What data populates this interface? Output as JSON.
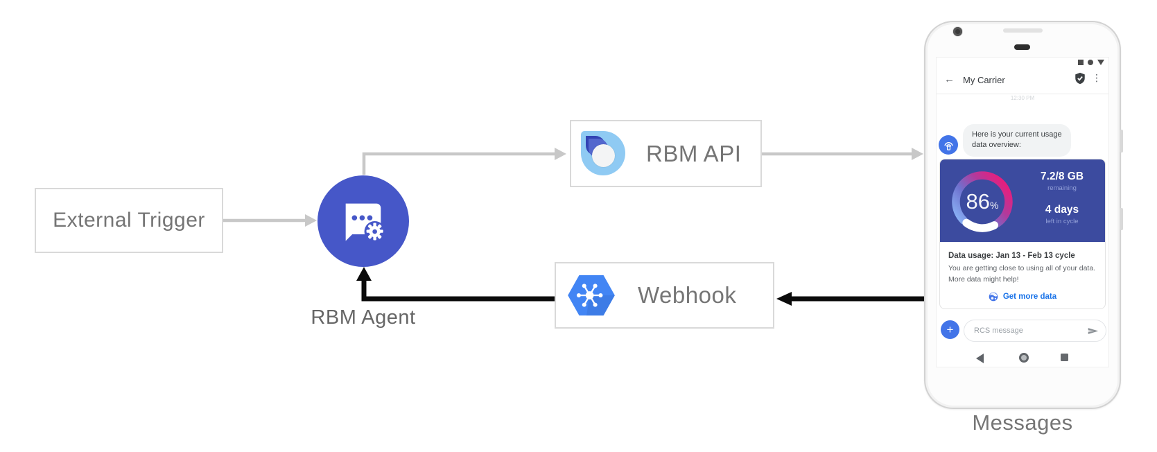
{
  "colors": {
    "agent_blue": "#4657c8",
    "card_blue": "#3c4b9f",
    "hexagon_blue": "#4285f4",
    "avatar_blue": "#4274e8",
    "link_blue": "#1a73e8",
    "arrow_gray": "#c8c8c8",
    "arrow_black": "#0b0b0b",
    "label_gray": "#757575",
    "gauge_gradient": [
      "#8ab2f5",
      "#6e72cf",
      "#b23a9c",
      "#ef1a78"
    ]
  },
  "nodes": {
    "external_trigger": {
      "label": "External Trigger"
    },
    "rbm_agent": {
      "label": "RBM Agent"
    },
    "rbm_api": {
      "label": "RBM API"
    },
    "webhook": {
      "label": "Webhook"
    }
  },
  "phone": {
    "caption": "Messages",
    "header": {
      "back": "←",
      "title": "My Carrier",
      "menu": "⋮"
    },
    "timestamp": "12:30 PM",
    "bot_message_line1": "Here is your current usage",
    "bot_message_line2": "data overview:",
    "usage_card": {
      "gauge_percent": "86",
      "gauge_unit": "%",
      "remaining_value": "7.2/8 GB",
      "remaining_label": "remaining",
      "cycle_value": "4 days",
      "cycle_label": "left in cycle",
      "title": "Data usage: Jan 13 - Feb 13 cycle",
      "body_line1": "You are getting close to using all of your data.",
      "body_line2": "More data might help!",
      "action": "Get more data"
    },
    "composer": {
      "placeholder": "RCS message",
      "plus": "+"
    }
  }
}
